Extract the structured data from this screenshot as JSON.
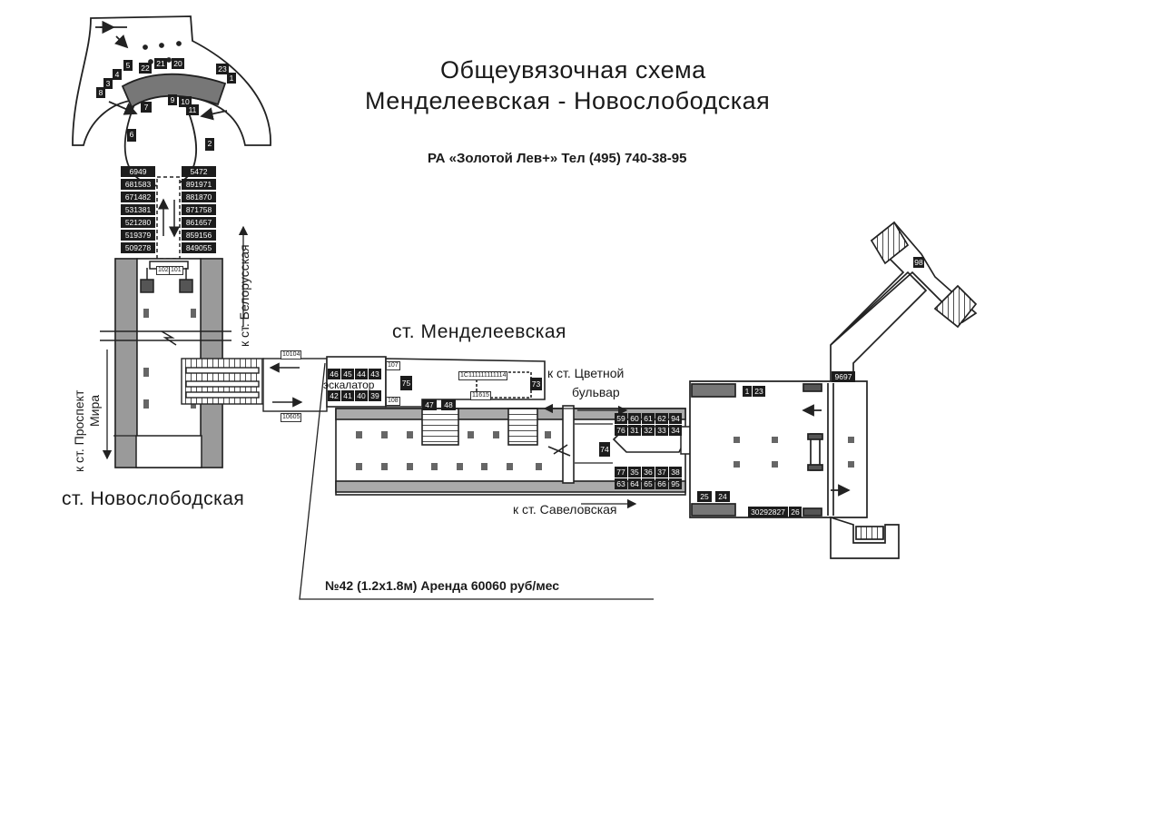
{
  "title_line1": "Общеувязочная схема",
  "title_line2": "Менделеевская - Новослободская",
  "contact": "РА «Золотой Лев+» Тел (495) 740-38-95",
  "stations": {
    "mendeleevskaya": "ст. Менделеевская",
    "novoslobodskaya": "ст. Новослободская"
  },
  "directions": {
    "belorusskaya": "к ст. Белорусская",
    "prospekt_mira_1": "к ст. Проспект",
    "prospekt_mira_2": "Мира",
    "tsvetnoy_1": "к ст. Цветной",
    "tsvetnoy_2": "бульвар",
    "savelovskaya": "к ст. Савеловская"
  },
  "escalator_label": "эскалатор",
  "rent_note": "№42 (1.2х1.8м) Аренда 60060 руб/мес",
  "ad_boards": {
    "hall_ring": [
      "5",
      "21",
      "20",
      "22",
      "23",
      "1",
      "4",
      "3",
      "8",
      "9",
      "10",
      "7",
      "11",
      "6",
      "2"
    ],
    "left_column": [
      "6949",
      "681583",
      "671482",
      "531381",
      "521280",
      "519379",
      "509278"
    ],
    "right_column": [
      "5472",
      "891971",
      "881870",
      "871758",
      "861657",
      "859156",
      "849055"
    ],
    "novo_small": [
      "102",
      "101"
    ],
    "passage": [
      "10104",
      "10605",
      "107",
      "108",
      "1С111111111114",
      "11615"
    ],
    "escalator_block_top": [
      "46",
      "45",
      "44",
      "43"
    ],
    "escalator_block_bottom": [
      "42",
      "41",
      "40",
      "39"
    ],
    "mend_top": [
      "75",
      "73",
      "47",
      "48"
    ],
    "east_top_row1": [
      "59",
      "60",
      "61",
      "62",
      "94"
    ],
    "east_top_row2": [
      "76",
      "31",
      "32",
      "33",
      "34"
    ],
    "east_bottom_row1": [
      "77",
      "35",
      "36",
      "37",
      "38"
    ],
    "east_bottom_row2": [
      "63",
      "64",
      "65",
      "66",
      "95"
    ],
    "east_mid": "74",
    "hall_east": [
      "1",
      "23",
      "25",
      "24",
      "30292827",
      "26",
      "9697",
      "98"
    ]
  }
}
